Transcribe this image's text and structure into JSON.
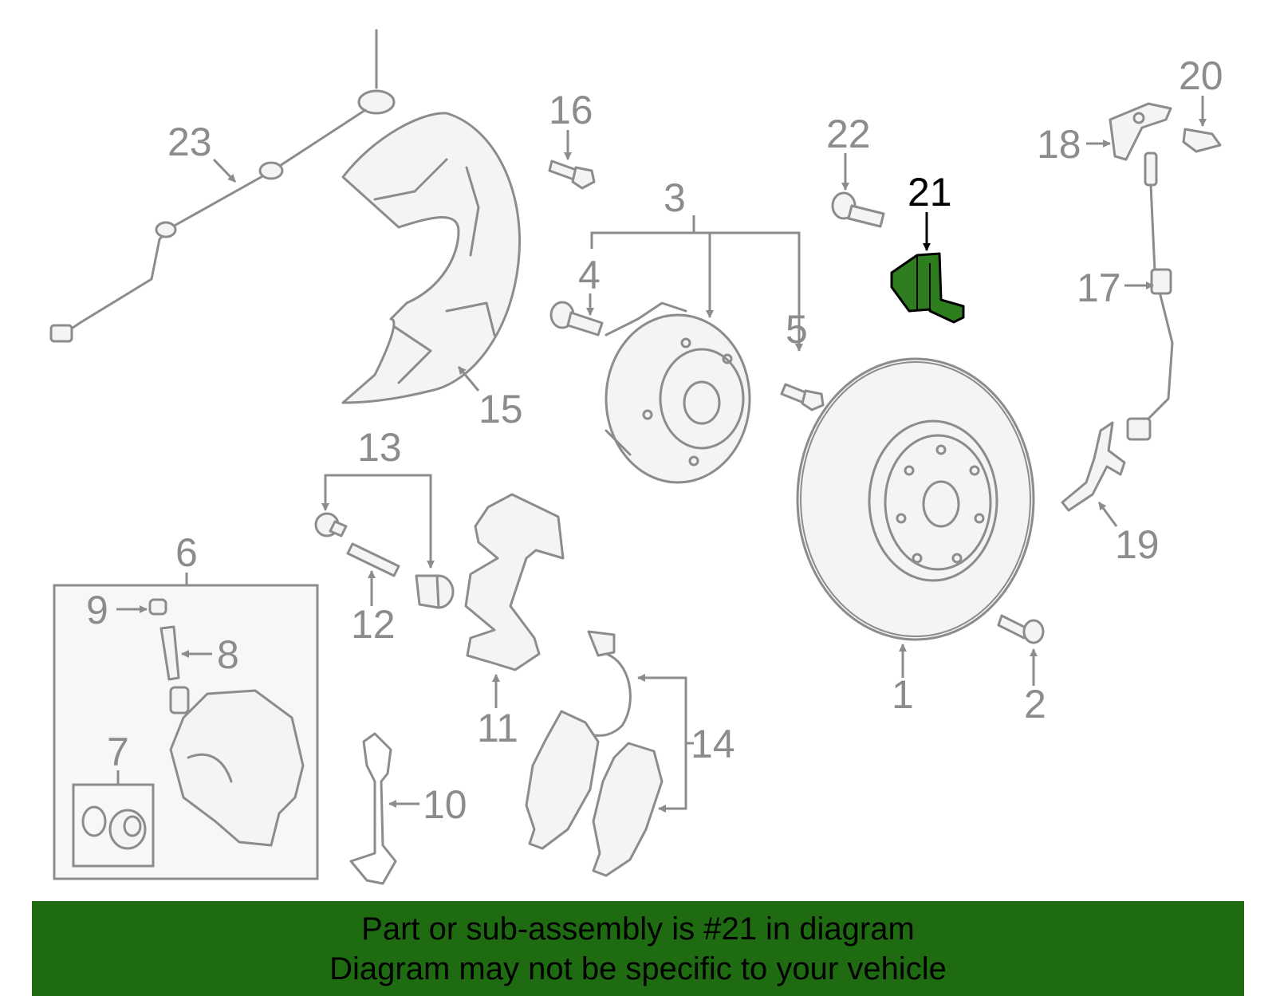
{
  "labels": {
    "p1": "1",
    "p2": "2",
    "p3": "3",
    "p4": "4",
    "p5": "5",
    "p6": "6",
    "p7": "7",
    "p8": "8",
    "p9": "9",
    "p10": "10",
    "p11": "11",
    "p12": "12",
    "p13": "13",
    "p14": "14",
    "p15": "15",
    "p16": "16",
    "p17": "17",
    "p18": "18",
    "p19": "19",
    "p20": "20",
    "p21": "21",
    "p22": "22",
    "p23": "23"
  },
  "banner": {
    "line1": "Part or sub-assembly is #21 in diagram",
    "line2": "Diagram may not be specific to your vehicle"
  },
  "colors": {
    "banner_bg": "#1e6b12",
    "highlight_part": "#2e7d1e",
    "line_art": "#8c8c8c"
  }
}
